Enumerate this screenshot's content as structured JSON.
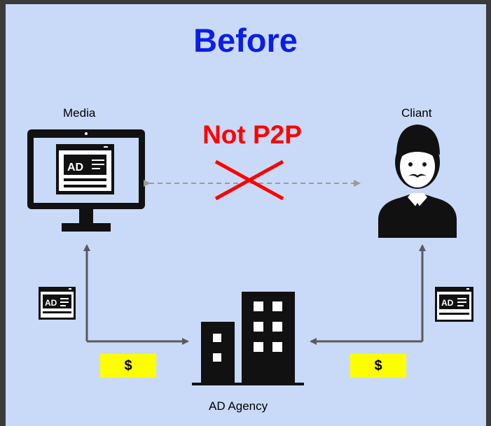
{
  "title": "Before",
  "nodes": {
    "media": {
      "label": "Media"
    },
    "client": {
      "label": "Cliant"
    },
    "agency": {
      "label": "AD Agency"
    }
  },
  "relation": {
    "label": "Not P2P"
  },
  "ad_icon_text": "AD",
  "payments": {
    "left": "$",
    "right": "$"
  },
  "colors": {
    "background": "#c9daf8",
    "frame": "#3b3b3b",
    "title": "#0b1de8",
    "cross": "#ff0000",
    "money_box": "#ffff00",
    "arrow": "#5a5a5a",
    "dashed_arrow": "#9a9a9a"
  }
}
